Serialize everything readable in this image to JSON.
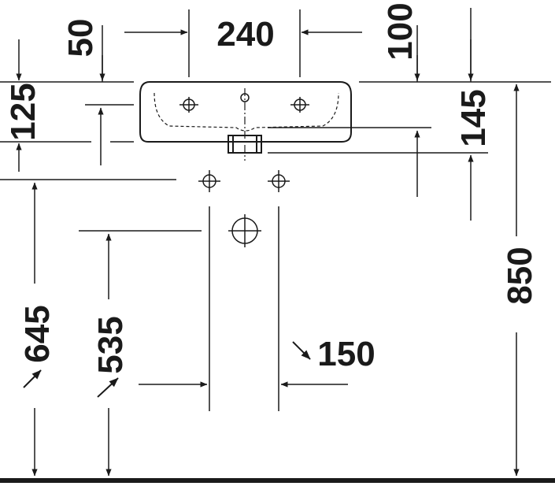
{
  "dimensions": {
    "tap_hole_spacing": "240",
    "side_offset": "50",
    "right_offset": "100",
    "front_height": "125",
    "waste_depth": "145",
    "rim_height": "850",
    "supply_height": "645",
    "waste_outlet_height": "535",
    "supply_spacing": "150"
  }
}
